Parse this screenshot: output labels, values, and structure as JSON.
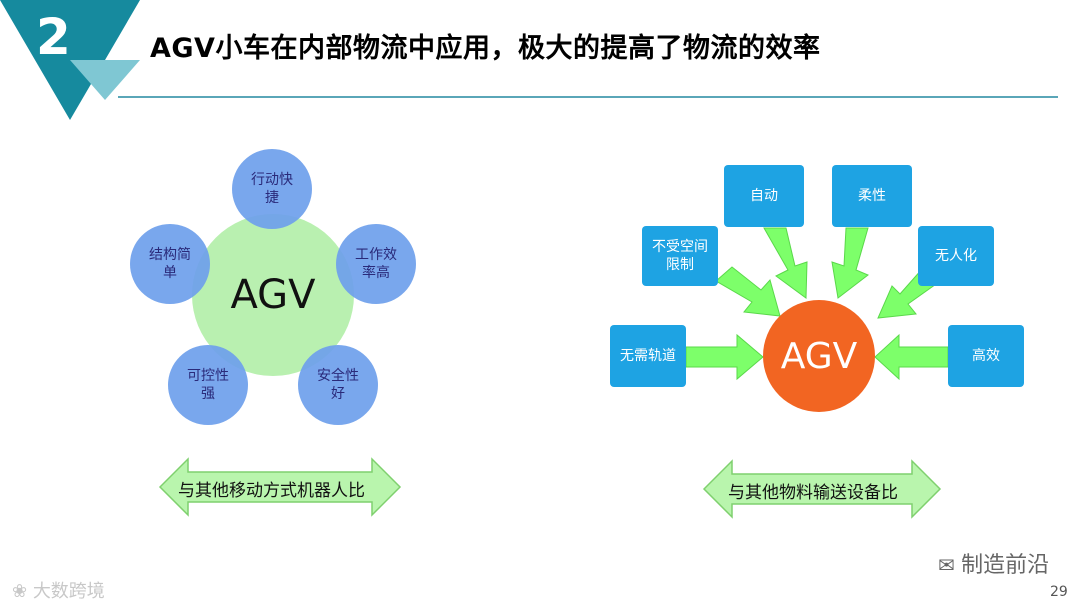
{
  "slide_number": "2",
  "title": "AGV小车在内部物流中应用，极大的提高了物流的效率",
  "left_diagram": {
    "center": "AGV",
    "petals": {
      "top": "行动快捷",
      "right": "工作效率高",
      "bottom_right": "安全性好",
      "bottom_left": "可控性强",
      "left": "结构简单"
    },
    "caption": "与其他移动方式机器人比"
  },
  "right_diagram": {
    "center": "AGV",
    "boxes": {
      "auto": "自动",
      "flexible": "柔性",
      "unrestricted": "不受空间限制",
      "unmanned": "无人化",
      "trackless": "无需轨道",
      "efficient": "高效"
    },
    "caption": "与其他物料输送设备比"
  },
  "footer": {
    "watermark": "大数跨境",
    "brand": "制造前沿",
    "page_number": "29"
  },
  "colors": {
    "teal": "#168a9e",
    "teal_light": "#7fc7d3",
    "petal_blue": "#6ea0eb",
    "center_green": "#b9f0b0",
    "box_blue": "#1ea3e3",
    "arrow_green": "#7dff6a",
    "agv_orange": "#f26522",
    "caption_arrow_green": "#b9f5ad"
  }
}
